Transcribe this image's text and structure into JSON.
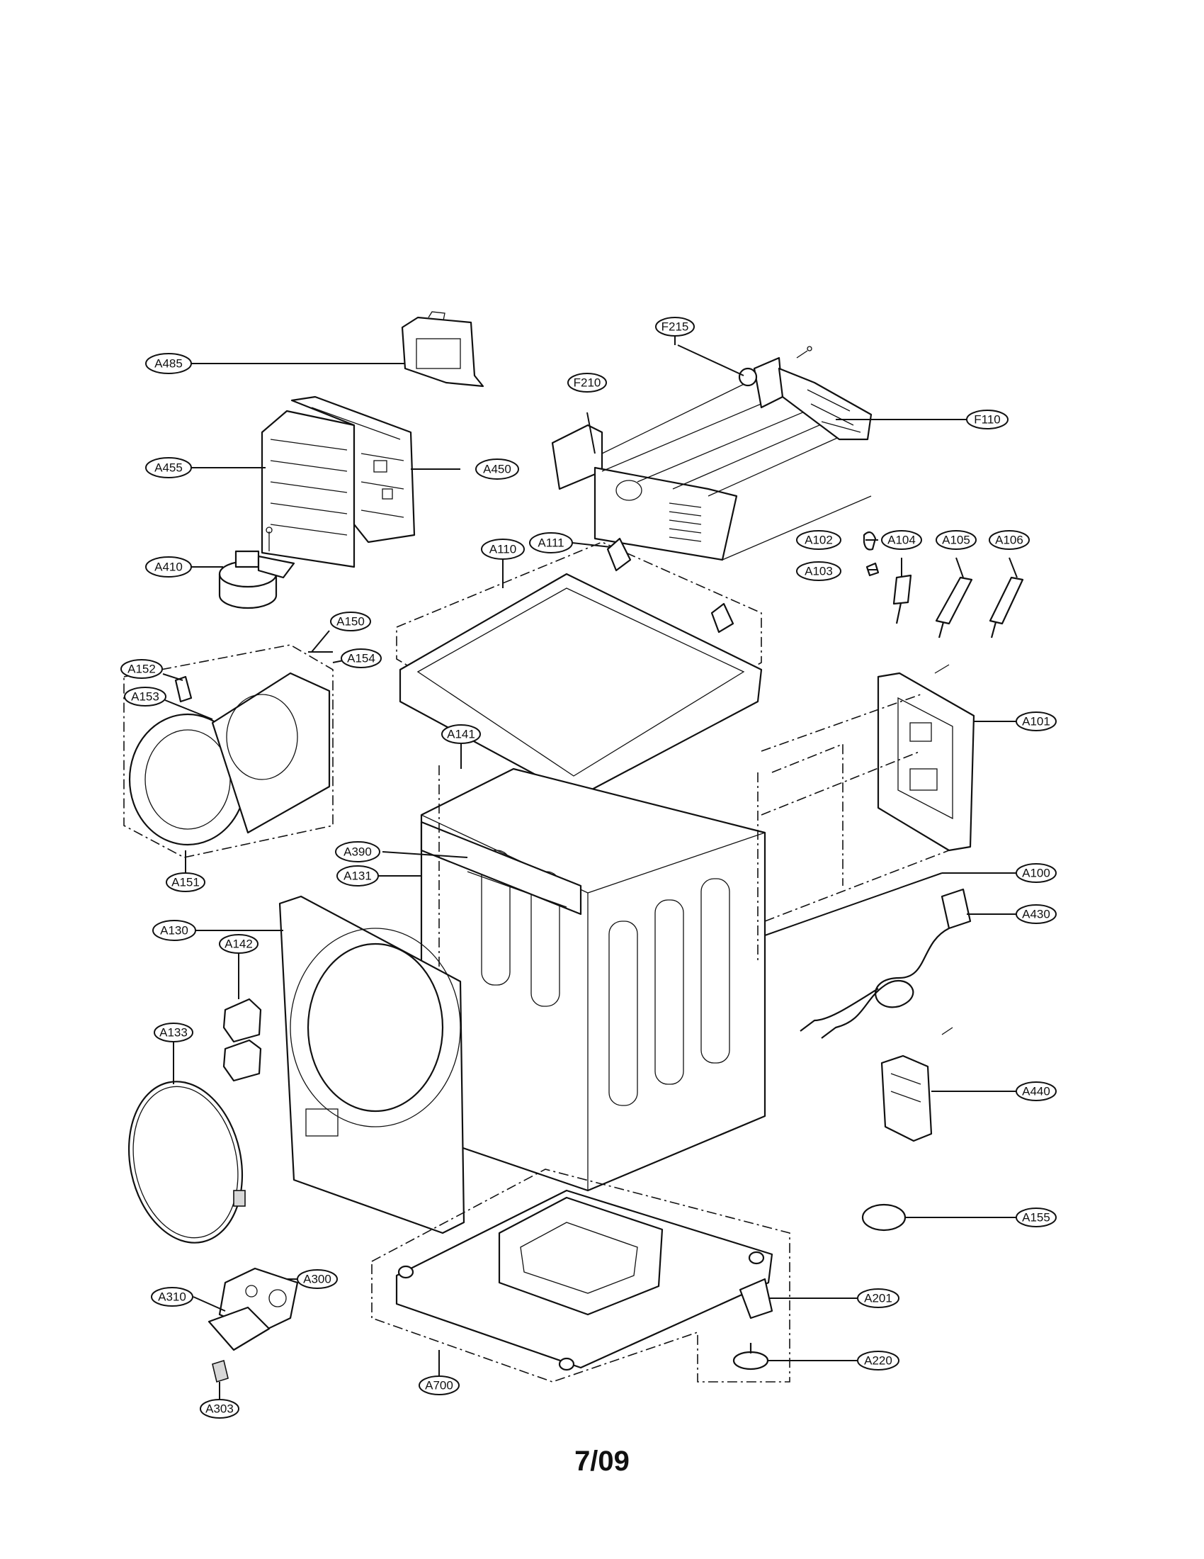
{
  "callouts": [
    {
      "id": "A485"
    },
    {
      "id": "F215"
    },
    {
      "id": "F210"
    },
    {
      "id": "F110"
    },
    {
      "id": "A455"
    },
    {
      "id": "A450"
    },
    {
      "id": "A410"
    },
    {
      "id": "A110"
    },
    {
      "id": "A111"
    },
    {
      "id": "A102"
    },
    {
      "id": "A104"
    },
    {
      "id": "A105"
    },
    {
      "id": "A106"
    },
    {
      "id": "A103"
    },
    {
      "id": "A150"
    },
    {
      "id": "A154"
    },
    {
      "id": "A152"
    },
    {
      "id": "A153"
    },
    {
      "id": "A151"
    },
    {
      "id": "A101"
    },
    {
      "id": "A141"
    },
    {
      "id": "A390"
    },
    {
      "id": "A131"
    },
    {
      "id": "A100"
    },
    {
      "id": "A130"
    },
    {
      "id": "A430"
    },
    {
      "id": "A142"
    },
    {
      "id": "A133"
    },
    {
      "id": "A440"
    },
    {
      "id": "A155"
    },
    {
      "id": "A300"
    },
    {
      "id": "A310"
    },
    {
      "id": "A201"
    },
    {
      "id": "A220"
    },
    {
      "id": "A303"
    },
    {
      "id": "A700"
    }
  ],
  "page_number": "7/09"
}
